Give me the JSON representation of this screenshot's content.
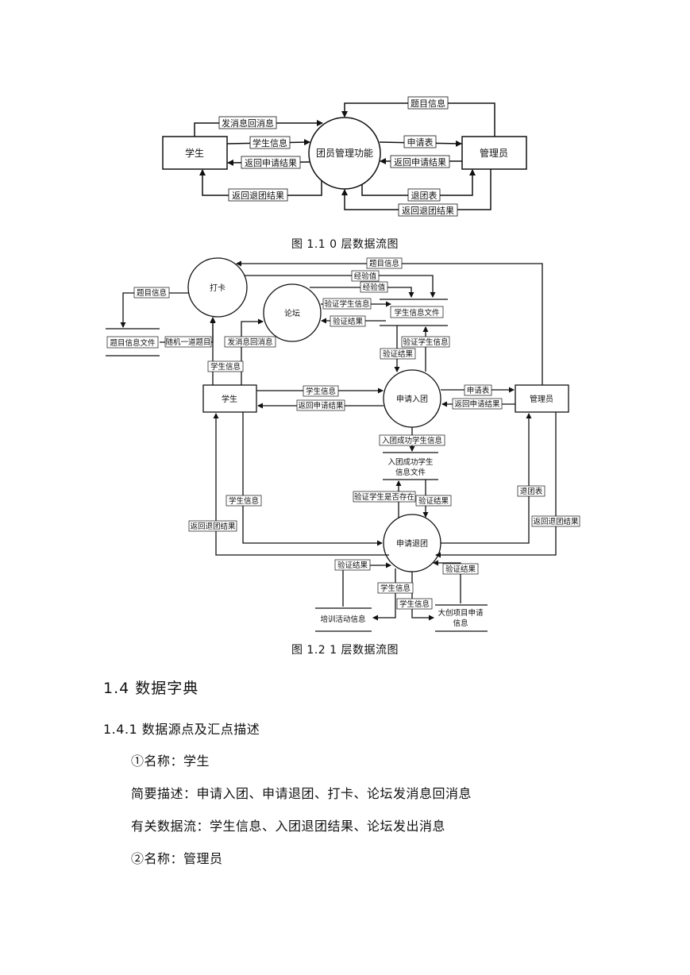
{
  "diagram0": {
    "caption": "图 1.1  0 层数据流图",
    "entities": {
      "student": "学生",
      "admin": "管理员"
    },
    "process": "团员管理功能",
    "flows": {
      "send_reply": "发消息回消息",
      "student_info": "学生信息",
      "return_apply_left": "返回申请结果",
      "return_quit_left": "返回退团结果",
      "topic_info": "题目信息",
      "apply_form": "申请表",
      "return_apply_right": "返回申请结果",
      "quit_form": "退团表",
      "return_quit_right": "返回退团结果"
    }
  },
  "diagram1": {
    "caption": "图 1.2  1 层数据流图",
    "processes": {
      "checkin": "打卡",
      "forum": "论坛",
      "apply_join": "申请入团",
      "apply_quit": "申请退团"
    },
    "entities": {
      "student": "学生",
      "admin": "管理员"
    },
    "stores": {
      "topic_file": "题目信息文件",
      "student_file": "学生信息文件",
      "joined_file_l1": "入团成功学生",
      "joined_file_l2": "信息文件",
      "training": "培训活动信息",
      "dachuang_l1": "大创项目申请",
      "dachuang_l2": "信息"
    },
    "flows": {
      "topic_info_top": "题目信息",
      "exp1": "经验值",
      "exp2": "经验值",
      "topic_info_left": "题目信息",
      "random_topic": "随机一道题目",
      "verify_student_info": "验证学生信息",
      "verify_result_forum": "验证结果",
      "verify_student_info2": "验证学生信息",
      "verify_result_join": "验证结果",
      "send_reply": "发消息回消息",
      "student_info_checkin": "学生信息",
      "student_info_join": "学生信息",
      "return_apply_left": "返回申请结果",
      "apply_form": "申请表",
      "return_apply_right": "返回申请结果",
      "joined_info": "入团成功学生信息",
      "verify_exists": "验证学生是否存在",
      "verify_result_quit": "验证结果",
      "student_info_quit": "学生信息",
      "return_quit_left": "返回退团结果",
      "quit_form": "退团表",
      "return_quit_right": "返回退团结果",
      "verify_result_training": "验证结果",
      "verify_result_dachuang": "验证结果",
      "student_info_training": "学生信息",
      "student_info_dachuang": "学生信息"
    }
  },
  "text": {
    "h_1_4": "1.4  数据字典",
    "h_1_4_1": "1.4.1  数据源点及汇点描述",
    "p1": "①名称：学生",
    "p2": "简要描述：申请入团、申请退团、打卡、论坛发消息回消息",
    "p3": "有关数据流：学生信息、入团退团结果、论坛发出消息",
    "p4": "②名称：管理员"
  }
}
